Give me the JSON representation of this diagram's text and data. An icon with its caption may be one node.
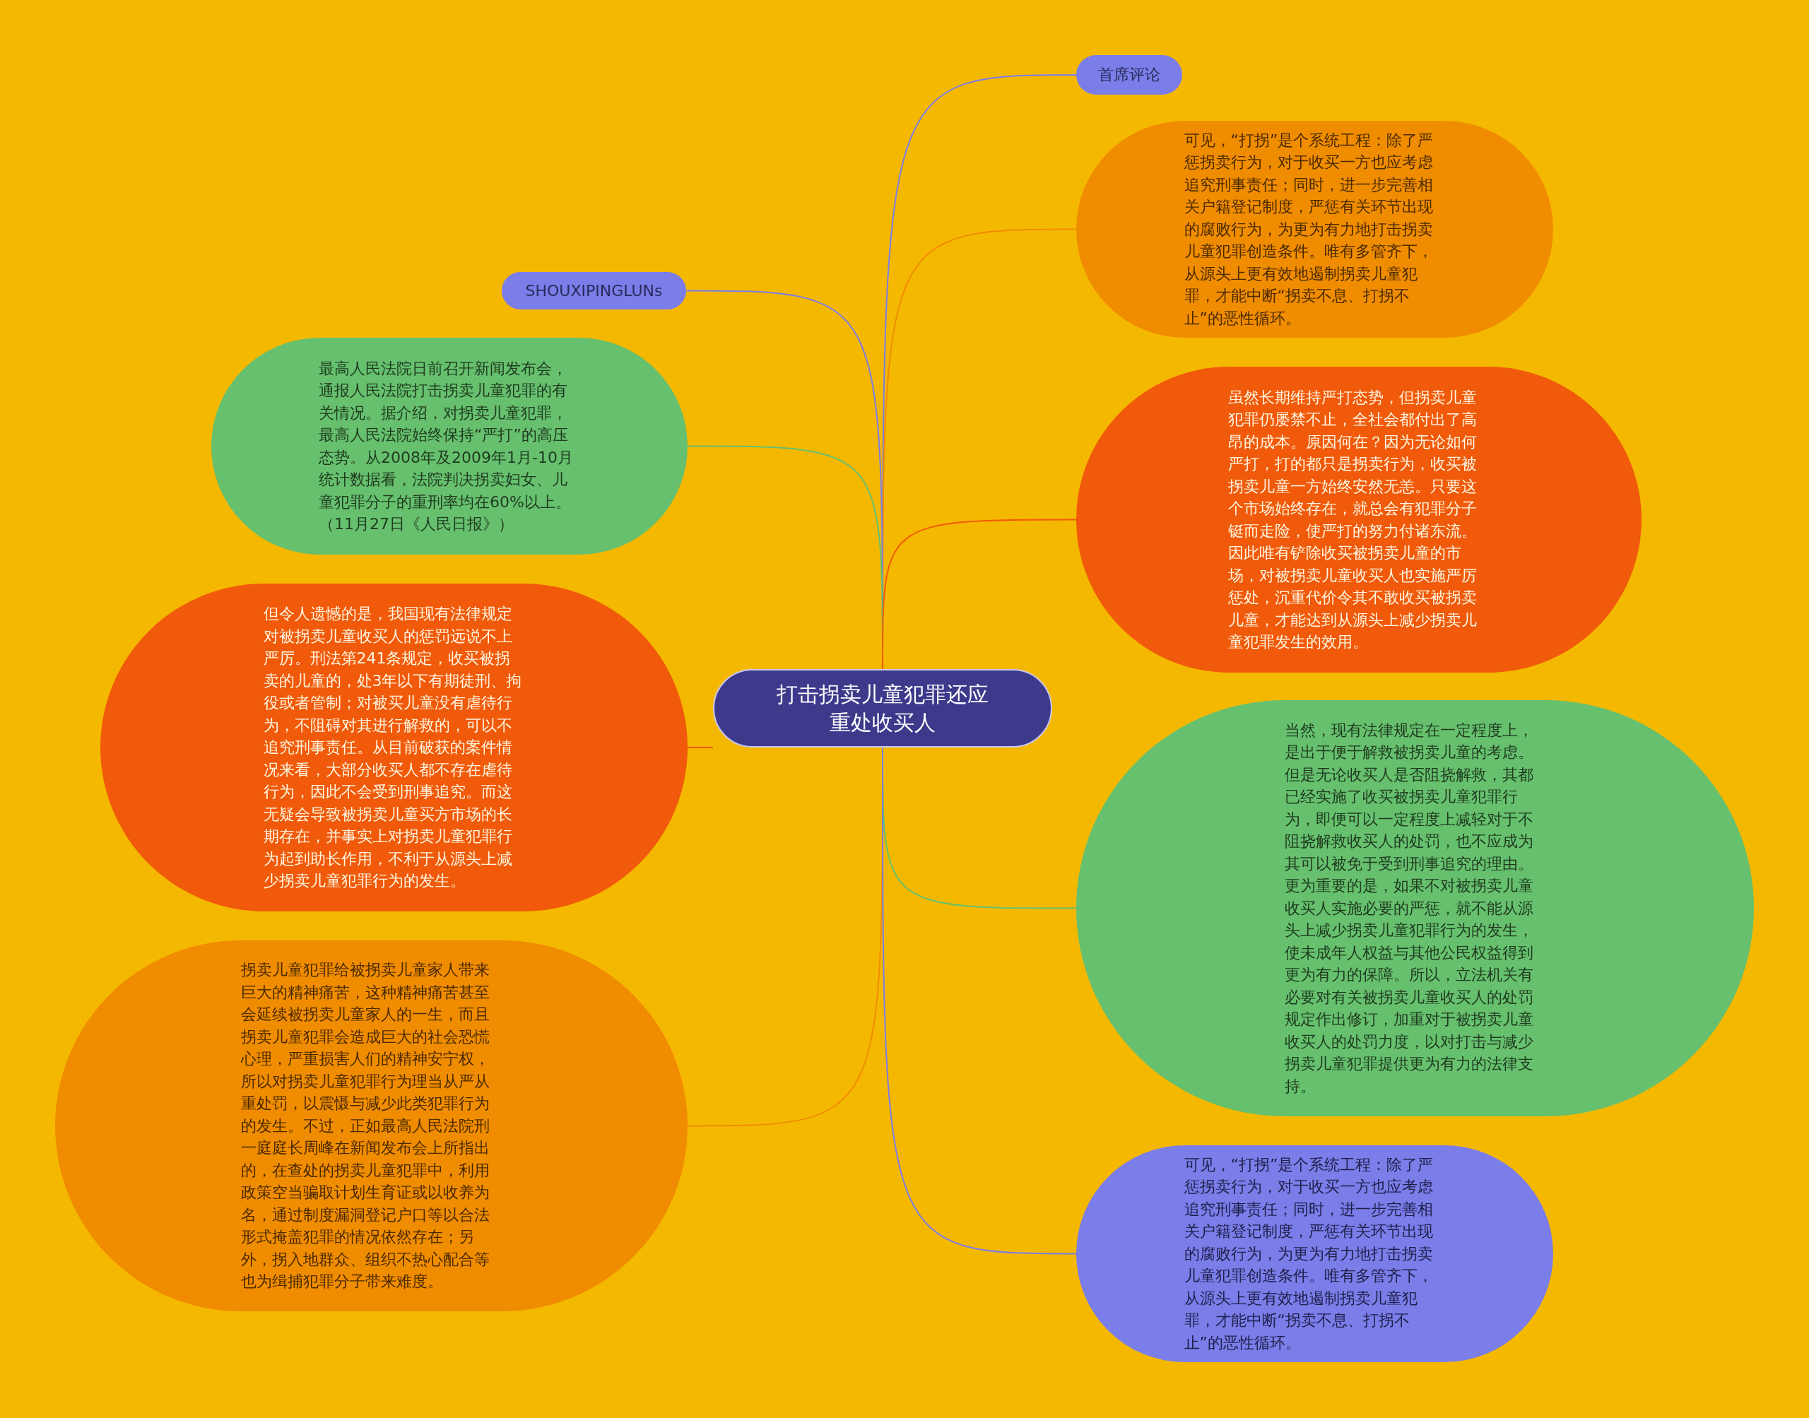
{
  "diagram": {
    "nodes": [
      {
        "text": [
          "打击拐卖儿童犯罪还应重处收买人"
        ]
      },
      {
        "text": [
          "首席评论"
        ]
      },
      {
        "text": [
          "可见，“打拐”是个系统工程：除了严惩拐卖行为，对于收买一方也应考虑追究刑事责任；同时，进一步完善相关户籍登记制度，严惩有关环节出现的腐败行为，为更为有力地打击拐卖儿童犯罪创造条件。唯有多管齐下，从源头上更有效地遏制拐卖儿童犯罪，才能中断“拐卖不息、打拐不止”的恶性循环。"
        ]
      },
      {
        "text": [
          "SHOUXIPINGLUNs"
        ]
      },
      {
        "text": [
          "最高人民法院日前召开新闻发布会，通报人民法院打击拐卖儿童犯罪的有关情况。据介绍，对拐卖儿童犯罪，最高人民法院始终保持“严打”的高压态势。从2008年及2009年1月-10月统计数据看，法院判决拐卖妇女、儿童犯罪分子的重刑率均在60%以上。（11月27日《人民日报》）"
        ]
      },
      {
        "text": [
          "虽然长期维持严打态势，但拐卖儿童犯罪仍屡禁不止，全社会都付出了高昂的成本。原因何在？因为无论如何严打，打的都只是拐卖行为，收买被拐卖儿童一方始终安然无恙。只要这个市场始终存在，就总会有犯罪分子铤而走险，使严打的努力付诸东流。因此唯有铲除收买被拐卖儿童的市场，对被拐卖儿童收买人也实施严厉惩处，沉重代价令其不敢收买被拐卖儿童，才能达到从源头上减少拐卖儿童犯罪发生的效用。"
        ]
      },
      {
        "text": [
          "但令人遗憾的是，我国现有法律规定对被拐卖儿童收买人的惩罚远说不上严厉。刑法第241条规定，收买被拐卖的儿童的，处3年以下有期徒刑、拘役或者管制；对被买儿童没有虐待行为，不阻碍对其进行解救的，可以不追究刑事责任。从目前破获的案件情况来看，大部分收买人都不存在虐待行为，因此不会受到刑事追究。而这无疑会导致被拐卖儿童买方市场的长期存在，并事实上对拐卖儿童犯罪行为起到助长作用，不利于从源头上减少拐卖儿童犯罪行为的发生。"
        ]
      },
      {
        "text": [
          "当然，现有法律规定在一定程度上，是出于便于解救被拐卖儿童的考虑。但是无论收买人是否阻挠解救，其都已经实施了收买被拐卖儿童犯罪行为，即便可以一定程度上减轻对于不阻挠解救收买人的处罚，也不应成为其可以被免于受到刑事追究的理由。更为重要的是，如果不对被拐卖儿童收买人实施必要的严惩，就不能从源头上减少拐卖儿童犯罪行为的发生，使未成年人权益与其他公民权益得到更为有力的保障。所以，立法机关有必要对有关被拐卖儿童收买人的处罚规定作出修订，加重对于被拐卖儿童收买人的处罚力度，以对打击与减少拐卖儿童犯罪提供更为有力的法律支持。"
        ]
      },
      {
        "text": [
          "拐卖儿童犯罪给被拐卖儿童家人带来巨大的精神痛苦，这种精神痛苦甚至会延续被拐卖儿童家人的一生，而且拐卖儿童犯罪会造成巨大的社会恐慌心理，严重损害人们的精神安宁权，所以对拐卖儿童犯罪行为理当从严从重处罚，以震慑与减少此类犯罪行为的发生。不过，正如最高人民法院刑一庭庭长周峰在新闻发布会上所指出的，在查处的拐卖儿童犯罪中，利用政策空当骗取计划生育证或以收养为名，通过制度漏洞登记户口等以合法形式掩盖犯罪的情况依然存在；另外，拐入地群众、组织不热心配合等也为缉捕犯罪分子带来难度。"
        ]
      },
      {
        "text": [
          "可见，“打拐”是个系统工程：除了严惩拐卖行为，对于收买一方也应考虑追究刑事责任；同时，进一步完善相关户籍登记制度，严惩有关环节出现的腐败行为，为更为有力地打击拐卖儿童犯罪创造条件。唯有多管齐下，从源头上更有效地遏制拐卖儿童犯罪，才能中断“拐卖不息、打拐不止”的恶性循环。"
        ]
      }
    ],
    "edges": [
      {
        "from": 0,
        "to": 1,
        "arrow": "none",
        "color": "#7b7de8"
      },
      {
        "from": 0,
        "to": 2,
        "arrow": "none",
        "color": "#f08c00"
      },
      {
        "from": 0,
        "to": 3,
        "arrow": "none",
        "color": "#7b7de8"
      },
      {
        "from": 0,
        "to": 4,
        "arrow": "none",
        "color": "#66c06e"
      },
      {
        "from": 0,
        "to": 5,
        "arrow": "none",
        "color": "#f05a0a"
      },
      {
        "from": 0,
        "to": 6,
        "arrow": "none",
        "color": "#f05a0a"
      },
      {
        "from": 0,
        "to": 7,
        "arrow": "none",
        "color": "#66c06e"
      },
      {
        "from": 0,
        "to": 8,
        "arrow": "none",
        "color": "#f08c00"
      },
      {
        "from": 0,
        "to": 9,
        "arrow": "none",
        "color": "#7b7de8"
      }
    ]
  }
}
